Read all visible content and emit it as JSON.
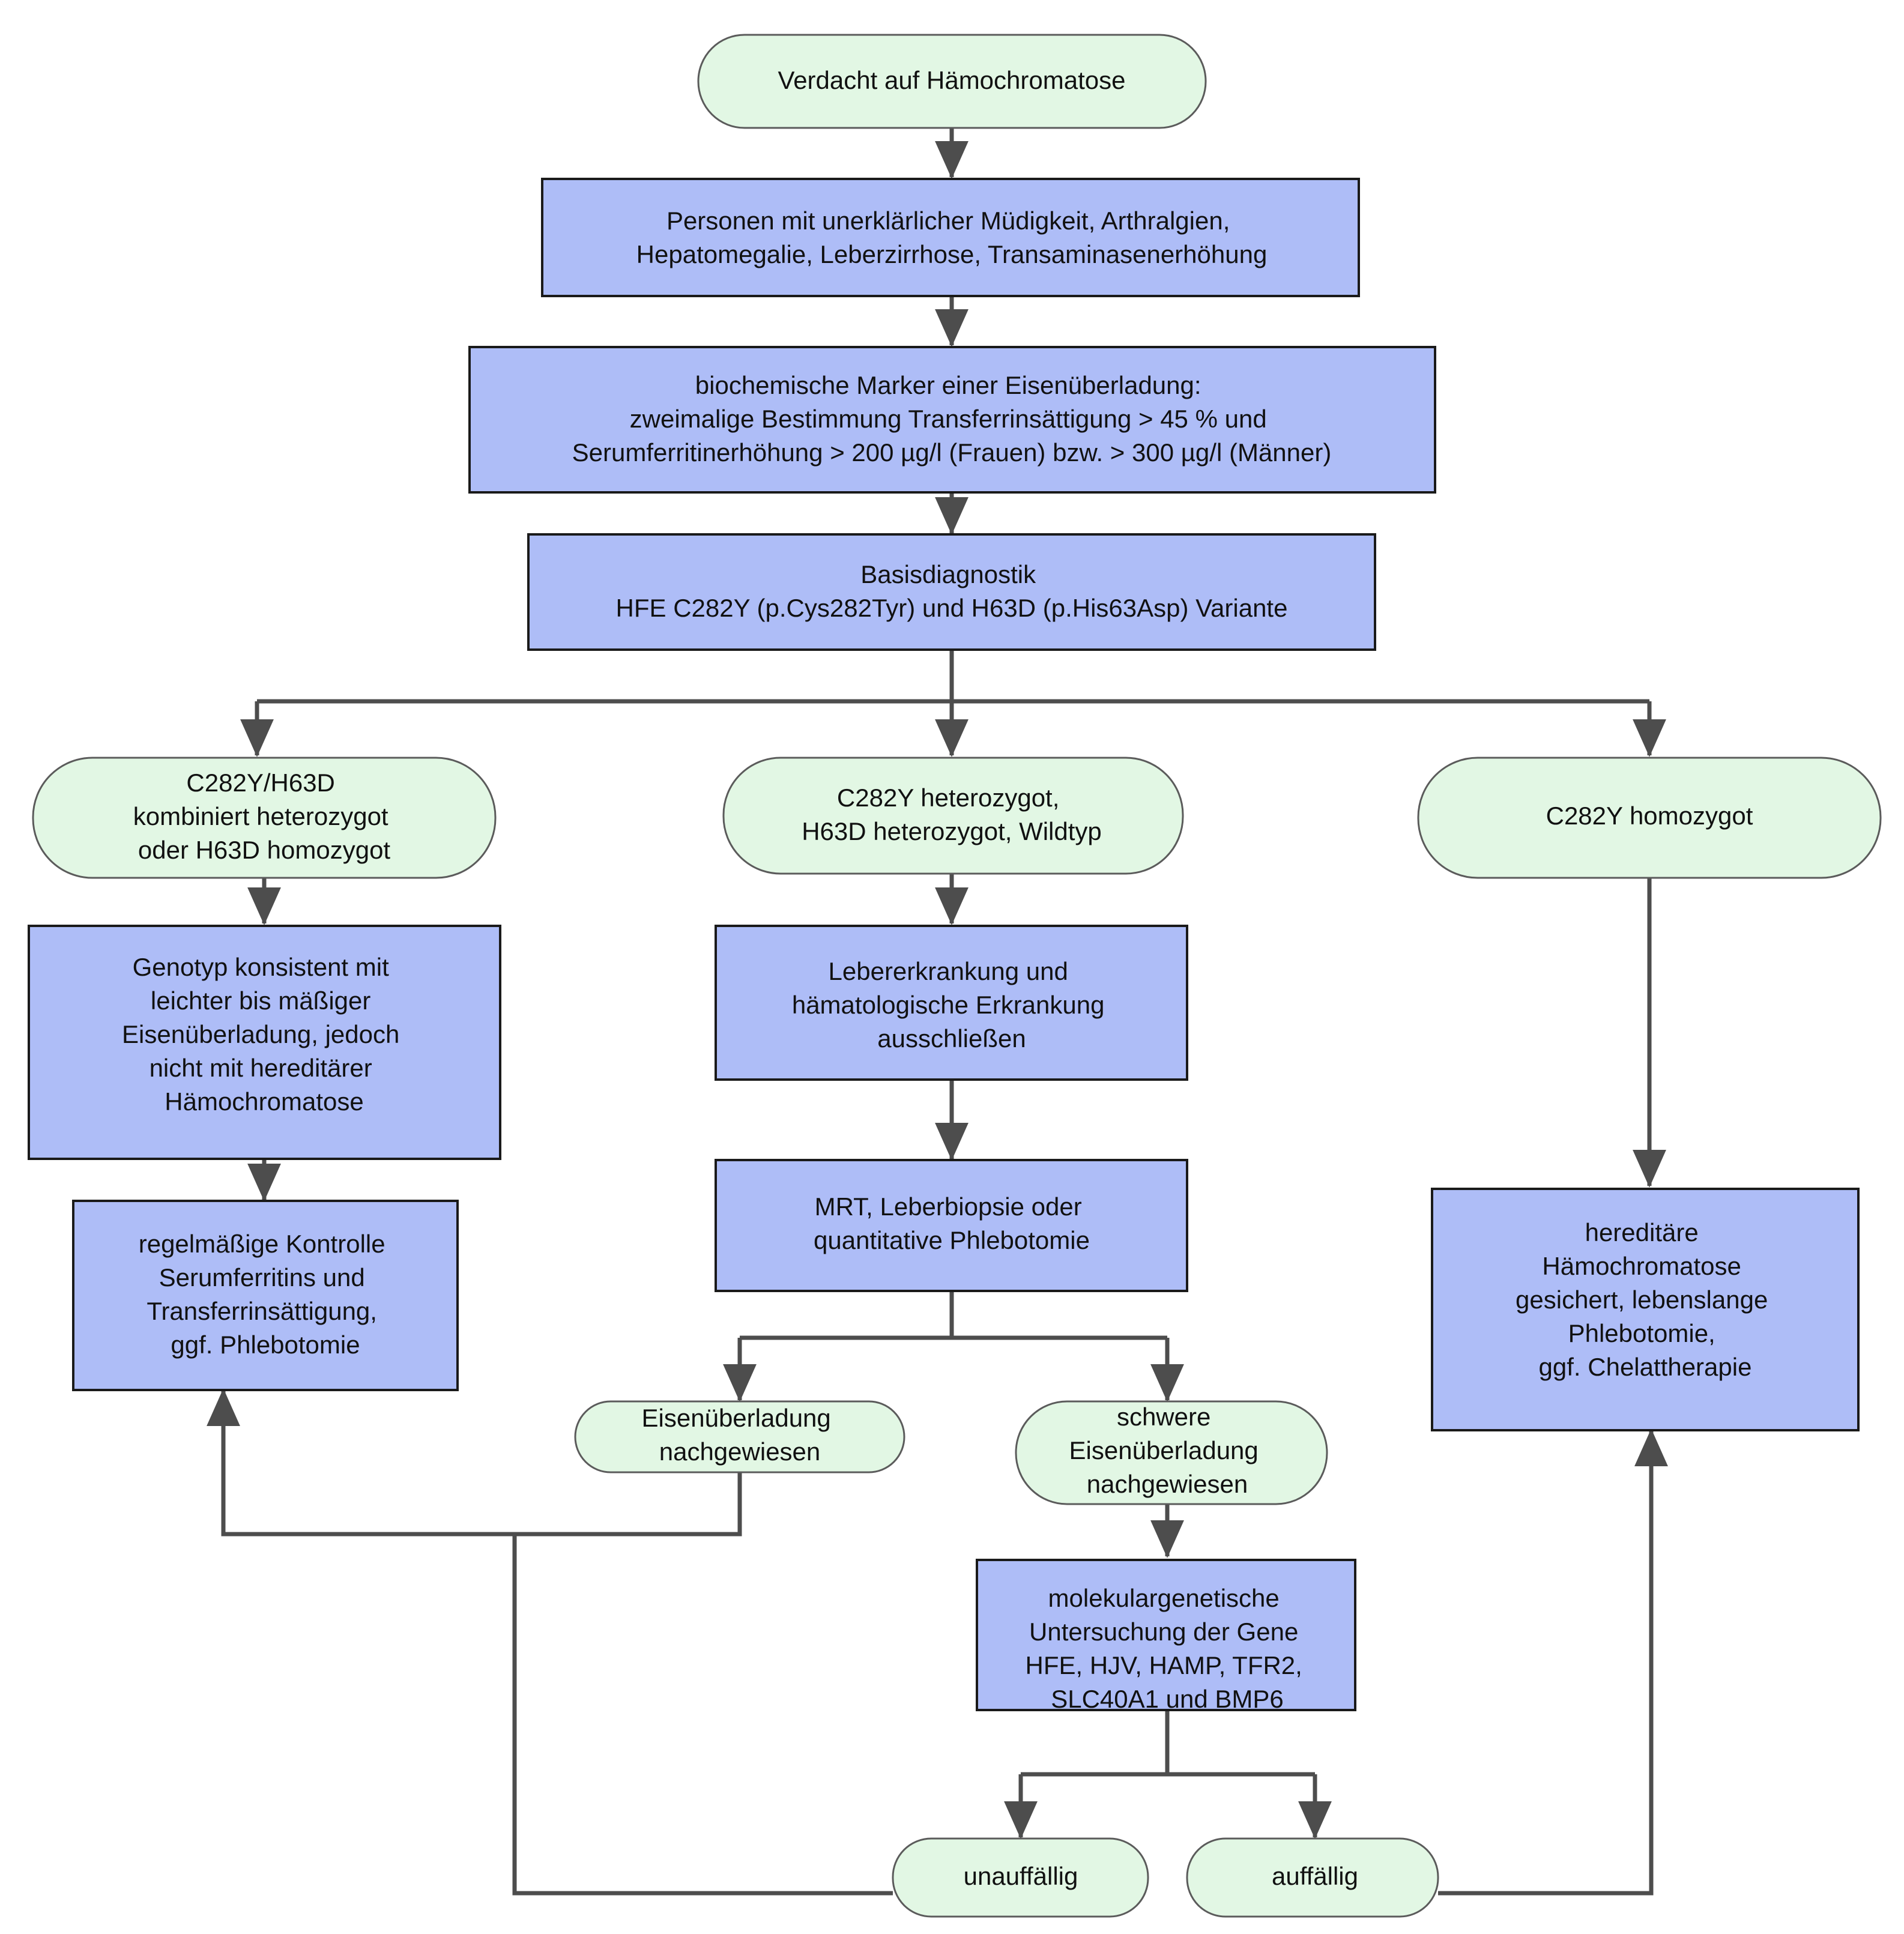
{
  "diagram": {
    "title": "Diagnostischer Algorithmus Hämochromatose",
    "colors": {
      "terminal_fill": "#e2f7e4",
      "terminal_stroke": "#5b5b5b",
      "process_fill": "#aebdf7",
      "process_stroke": "#1a1a1a",
      "edge": "#4d4d4d",
      "text": "#111111",
      "background": "#ffffff"
    },
    "nodes": [
      {
        "id": "n1",
        "shape": "pill",
        "kind": "terminal",
        "lines": [
          "Verdacht auf Hämochromatose"
        ]
      },
      {
        "id": "n2",
        "shape": "rect",
        "kind": "process",
        "lines": [
          "Personen mit unerklärlicher Müdigkeit, Arthralgien,",
          "Hepatomegalie, Leberzirrhose, Transaminasenerhöhung"
        ]
      },
      {
        "id": "n3",
        "shape": "rect",
        "kind": "process",
        "lines": [
          "biochemische Marker einer Eisenüberladung:",
          "zweimalige Bestimmung Transferrinsättigung > 45 % und",
          "Serumferritinerhöhung > 200 µg/l (Frauen) bzw. > 300 µg/l (Männer)"
        ]
      },
      {
        "id": "n4",
        "shape": "rect",
        "kind": "process",
        "lines": [
          "Basisdiagnostik",
          "HFE C282Y (p.Cys282Tyr) und H63D (p.His63Asp) Variante"
        ]
      },
      {
        "id": "n5",
        "shape": "pill",
        "kind": "terminal",
        "lines": [
          "C282Y/H63D",
          "kombiniert heterozygot",
          "oder H63D homozygot"
        ]
      },
      {
        "id": "n6",
        "shape": "pill",
        "kind": "terminal",
        "lines": [
          "C282Y heterozygot,",
          "H63D heterozygot, Wildtyp"
        ]
      },
      {
        "id": "n7",
        "shape": "pill",
        "kind": "terminal",
        "lines": [
          "C282Y homozygot"
        ]
      },
      {
        "id": "n8",
        "shape": "rect",
        "kind": "process",
        "lines": [
          "Genotyp konsistent mit",
          "leichter bis mäßiger",
          "Eisenüberladung, jedoch",
          "nicht mit hereditärer",
          "Hämochromatose"
        ]
      },
      {
        "id": "n9",
        "shape": "rect",
        "kind": "process",
        "lines": [
          "Lebererkrankung und",
          "hämatologische Erkrankung",
          "ausschließen"
        ]
      },
      {
        "id": "n10",
        "shape": "rect",
        "kind": "process",
        "lines": [
          "hereditäre",
          "Hämochromatose",
          "gesichert, lebenslange",
          "Phlebotomie,",
          "ggf. Chelattherapie"
        ]
      },
      {
        "id": "n11",
        "shape": "rect",
        "kind": "process",
        "lines": [
          "regelmäßige Kontrolle",
          "Serumferritins und",
          "Transferrinsättigung,",
          "ggf. Phlebotomie"
        ]
      },
      {
        "id": "n12",
        "shape": "rect",
        "kind": "process",
        "lines": [
          "MRT, Leberbiopsie oder",
          "quantitative Phlebotomie"
        ]
      },
      {
        "id": "n13",
        "shape": "pill",
        "kind": "terminal",
        "lines": [
          "Eisenüberladung",
          "nachgewiesen"
        ]
      },
      {
        "id": "n14",
        "shape": "pill",
        "kind": "terminal",
        "lines": [
          "schwere",
          "Eisenüberladung",
          "nachgewiesen"
        ]
      },
      {
        "id": "n15",
        "shape": "rect",
        "kind": "process",
        "lines": [
          "molekulargenetische",
          "Untersuchung der Gene",
          "HFE, HJV, HAMP, TFR2,",
          "SLC40A1 und BMP6"
        ]
      },
      {
        "id": "n16",
        "shape": "pill",
        "kind": "terminal",
        "lines": [
          "unauffällig"
        ]
      },
      {
        "id": "n17",
        "shape": "pill",
        "kind": "terminal",
        "lines": [
          "auffällig"
        ]
      }
    ],
    "edges": [
      {
        "from": "n1",
        "to": "n2",
        "arrow": true
      },
      {
        "from": "n2",
        "to": "n3",
        "arrow": true
      },
      {
        "from": "n3",
        "to": "n4",
        "arrow": true
      },
      {
        "from": "n4",
        "to": "n5",
        "arrow": true
      },
      {
        "from": "n4",
        "to": "n6",
        "arrow": true
      },
      {
        "from": "n4",
        "to": "n7",
        "arrow": true
      },
      {
        "from": "n5",
        "to": "n8",
        "arrow": true
      },
      {
        "from": "n6",
        "to": "n9",
        "arrow": true
      },
      {
        "from": "n7",
        "to": "n10",
        "arrow": true
      },
      {
        "from": "n8",
        "to": "n11",
        "arrow": true
      },
      {
        "from": "n9",
        "to": "n12",
        "arrow": true
      },
      {
        "from": "n12",
        "to": "n13",
        "arrow": true
      },
      {
        "from": "n12",
        "to": "n14",
        "arrow": true
      },
      {
        "from": "n13",
        "to": "n11",
        "arrow": true
      },
      {
        "from": "n14",
        "to": "n15",
        "arrow": true
      },
      {
        "from": "n15",
        "to": "n16",
        "arrow": true
      },
      {
        "from": "n15",
        "to": "n17",
        "arrow": true
      },
      {
        "from": "n16",
        "to": "n11",
        "arrow": false
      },
      {
        "from": "n17",
        "to": "n10",
        "arrow": true
      }
    ]
  }
}
